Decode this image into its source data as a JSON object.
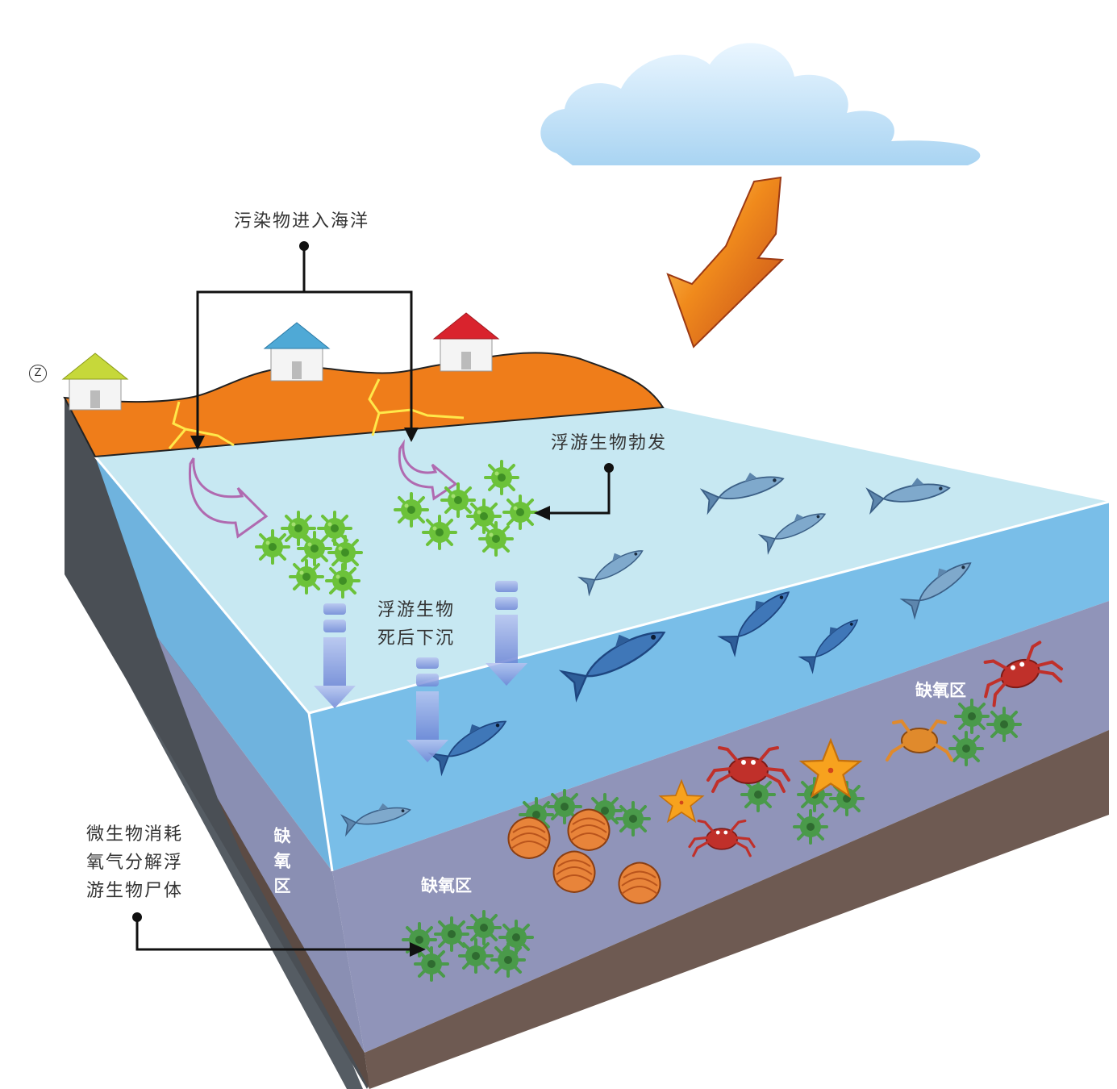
{
  "labels": {
    "pollutants_enter_ocean": "污染物进入海洋",
    "plankton_bloom": "浮游生物勃发",
    "plankton_sink_line1": "浮游生物",
    "plankton_sink_line2": "死后下沉",
    "microbes_line1": "微生物消耗",
    "microbes_line2": "氧气分解浮",
    "microbes_line3": "游生物尸体",
    "hypoxic_zone_right": "缺氧区",
    "hypoxic_zone_side": "缺氧区",
    "hypoxic_zone_front": "缺氧区",
    "corner_mark": "Z"
  },
  "icons": [
    "cloud-icon",
    "sun-ray-arrow-icon",
    "house-icon",
    "plankton-icon",
    "fish-icon",
    "crab-icon",
    "starfish-icon",
    "shell-icon",
    "sinking-arrow-icon"
  ],
  "colors": {
    "land": "#ef7d1a",
    "water_top": "#c7e8f2",
    "water_front": "#79bee8",
    "hypoxic_layer": "#9094b9",
    "sediment": "#6e5a52",
    "plankton": "#6cc23a",
    "pollution_arrow": "#b06ab0"
  }
}
